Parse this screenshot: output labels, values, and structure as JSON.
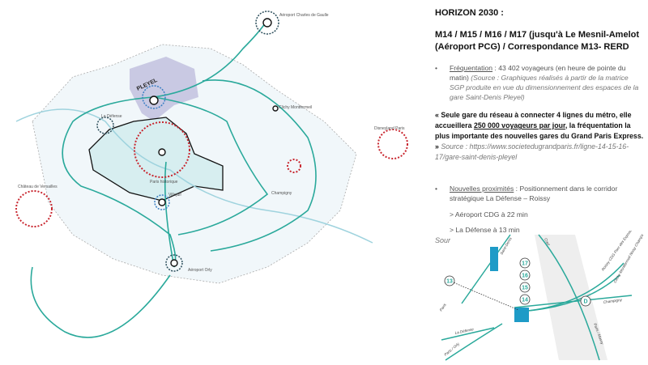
{
  "panel": {
    "title": "HORIZON 2030 :",
    "subtitle": "M14 / M15 / M16 / M17 (jusqu'à Le Mesnil-Amelot (Aéroport PCG) / Correspondance M13- RERD",
    "frequentation_label": "Fréquentation",
    "frequentation_text": " : 43 402 voyageurs (en heure de pointe du matin) ",
    "frequentation_source": "(Source : Graphiques réalisés à partir de la matrice SGP produite en vue du dimensionnement des espaces de la gare Saint-Denis Pleyel)",
    "quote_a": "« Seule gare du réseau à connecter 4 lignes du métro, elle accueillera ",
    "quote_highlight": "250 000 voyageurs par jour",
    "quote_b": ", la fréquentation la plus importante des nouvelles gares du Grand Paris Express. »",
    "quote_source": " Source : https://www.societedugrandparis.fr/ligne-14-15-16-17/gare-saint-denis-pleyel",
    "proximites_label": "Nouvelles proximités",
    "proximites_text": " : Positionnement dans le corridor stratégique La Défense – Roissy",
    "cdg": "> Aéroport CDG à 22 min",
    "defense": "> La Défense à 13 min",
    "sour": "Sour"
  },
  "map": {
    "labels": {
      "cdg": "Aéroport Charles de Gaulle",
      "pleyel": "PLEYEL",
      "clichy": "Clichy Montfermeil",
      "disney": "Disneyland Paris",
      "versailles": "Château de Versailles",
      "paris_hist": "Paris historique",
      "villejuif": "Villejuif",
      "champigny": "Champigny",
      "orly": "Aéroport Orly",
      "defense": "La Défense"
    },
    "colors": {
      "metro": "#2aa99b",
      "heritage": "#c8252e",
      "paris": "#d7eef0",
      "pleyel_zone": "#c9c9e3"
    }
  },
  "schema": {
    "lines": [
      "17",
      "16",
      "15",
      "14",
      "13",
      "D"
    ],
    "labels": {
      "saint_denis": "Saint-Denis",
      "creil": "Creil",
      "paris": "Paris",
      "la_defense": "La Défense",
      "paris_orly": "Paris / Orly",
      "roissy": "Roissy CDG Parc des Expositions Le Bourget",
      "clichy": "Clichy Montfermeil Noisy Champs",
      "champigny": "Champigny",
      "paris_gare": "Paris / Massy"
    }
  }
}
